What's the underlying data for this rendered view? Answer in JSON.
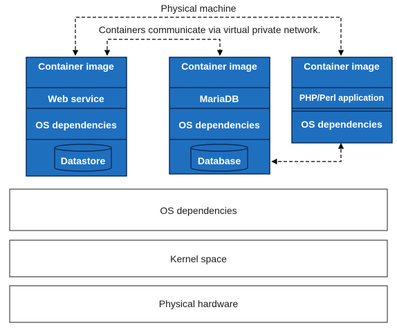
{
  "diagram": {
    "top_label": "Physical machine",
    "network_label": "Containers communicate via virtual private network.",
    "containers": [
      {
        "header": "Container image",
        "app": "Web service",
        "deps": "OS dependencies",
        "storage": "Datastore"
      },
      {
        "header": "Container image",
        "app": "MariaDB",
        "deps": "OS dependencies",
        "storage": "Database"
      },
      {
        "header": "Container image",
        "app": "PHP/Perl application",
        "deps": "OS dependencies"
      }
    ],
    "host_layers": [
      "OS dependencies",
      "Kernel space",
      "Physical hardware"
    ],
    "colors": {
      "container_fill": "#1f6fbf",
      "container_border": "#0a2f5c",
      "layer_border": "#444444",
      "arrow": "#000000"
    }
  }
}
